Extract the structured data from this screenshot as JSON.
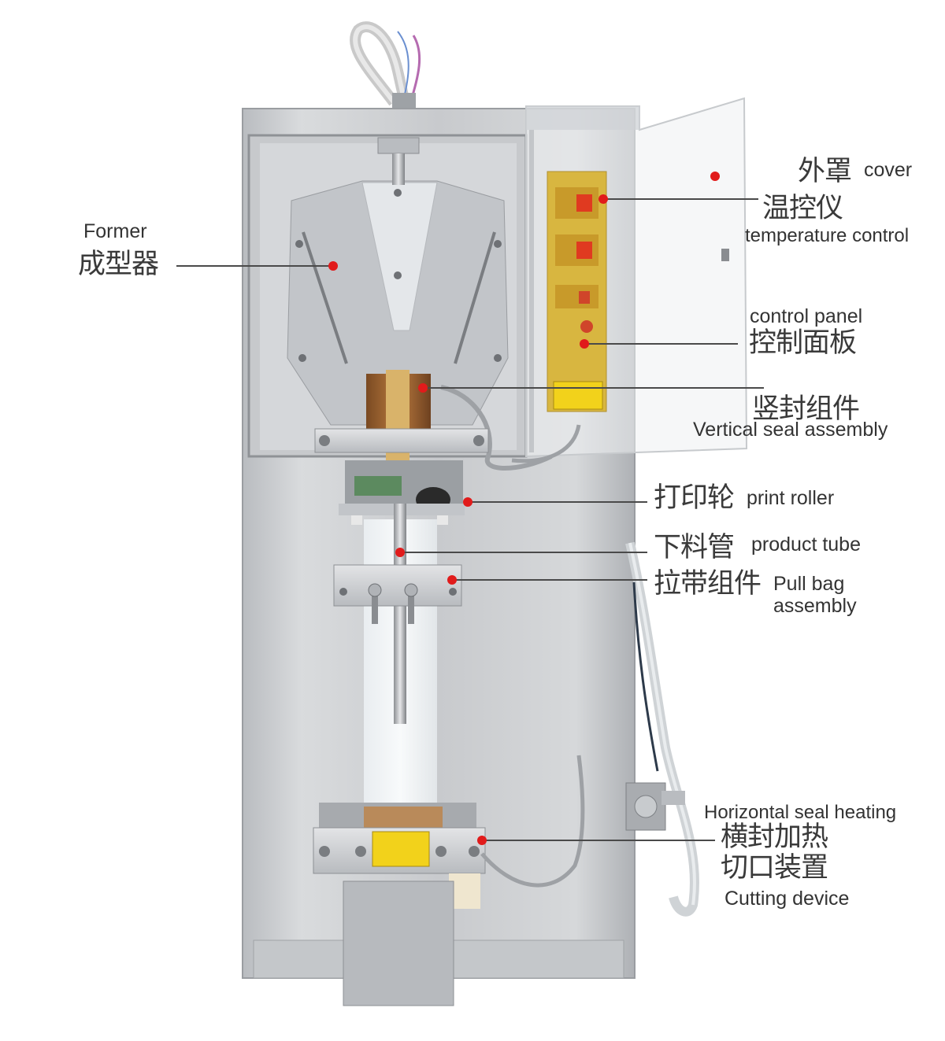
{
  "callouts": {
    "former": {
      "en": "Former",
      "cn": "成型器"
    },
    "cover": {
      "cn": "外罩",
      "en": "cover"
    },
    "temperature_control": {
      "cn": "温控仪",
      "en": "temperature control"
    },
    "control_panel": {
      "en": "control panel",
      "cn": "控制面板"
    },
    "vertical_seal": {
      "cn": "竖封组件",
      "en": "Vertical seal assembly"
    },
    "print_roller": {
      "cn": "打印轮",
      "en": "print roller"
    },
    "product_tube": {
      "cn": "下料管",
      "en": "product tube"
    },
    "pull_bag": {
      "cn": "拉带组件",
      "en_line1": "Pull bag",
      "en_line2": "assembly"
    },
    "horizontal_seal": {
      "en": "Horizontal seal heating",
      "cn_line1": "横封加热",
      "cn_line2": "切口装置",
      "en2": "Cutting device"
    }
  },
  "colors": {
    "marker_dot": "#e11b1b",
    "leader_line": "#4a4a4a",
    "label_text": "#333333",
    "warning_label": "#f2d21b"
  }
}
